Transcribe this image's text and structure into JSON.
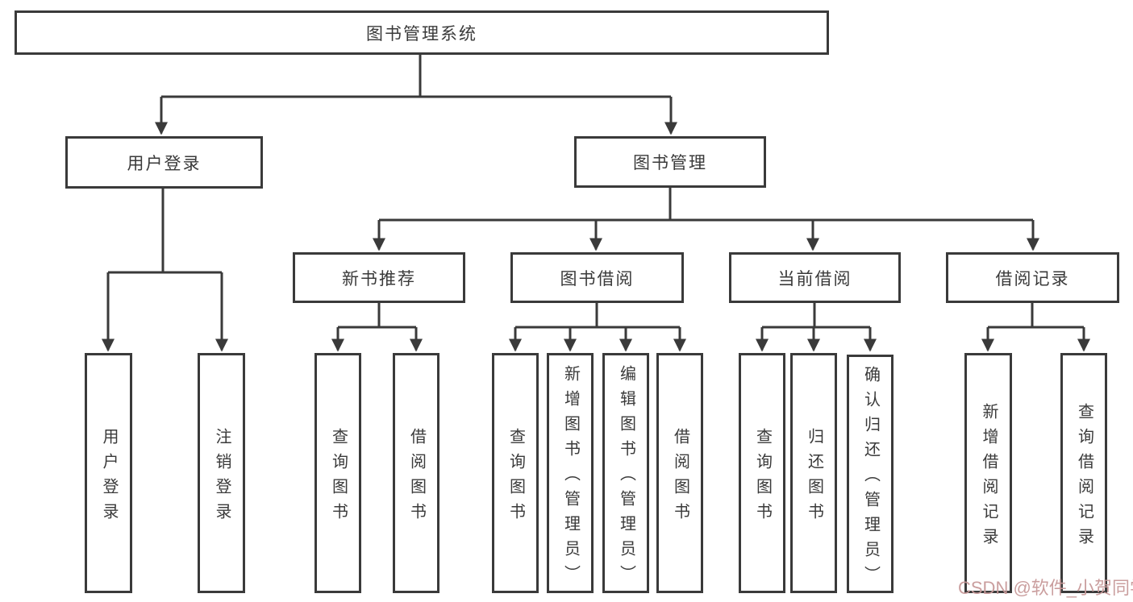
{
  "diagram": {
    "nodes": {
      "root": "图书管理系统",
      "user_login": "用户登录",
      "book_mgmt": "图书管理",
      "new_book_rec": "新书推荐",
      "book_borrow": "图书借阅",
      "current_borrow": "当前借阅",
      "borrow_records": "借阅记录"
    },
    "leaves": {
      "user_login": [
        "用户登录",
        "注销登录"
      ],
      "new_book_rec": [
        "查询图书",
        "借阅图书"
      ],
      "book_borrow": [
        "查询图书",
        "新增图书（管理员）",
        "编辑图书（管理员）",
        "借阅图书"
      ],
      "current_borrow": [
        "查询图书",
        "归还图书",
        "确认归还（管理员）"
      ],
      "borrow_records": [
        "新增借阅记录",
        "查询借阅记录"
      ]
    },
    "colors": {
      "line": "#3a3a3a",
      "box_background": "#ffffff",
      "watermark": "#c79999"
    }
  },
  "watermark": {
    "text": "CSDN @软件_小贺同学"
  }
}
